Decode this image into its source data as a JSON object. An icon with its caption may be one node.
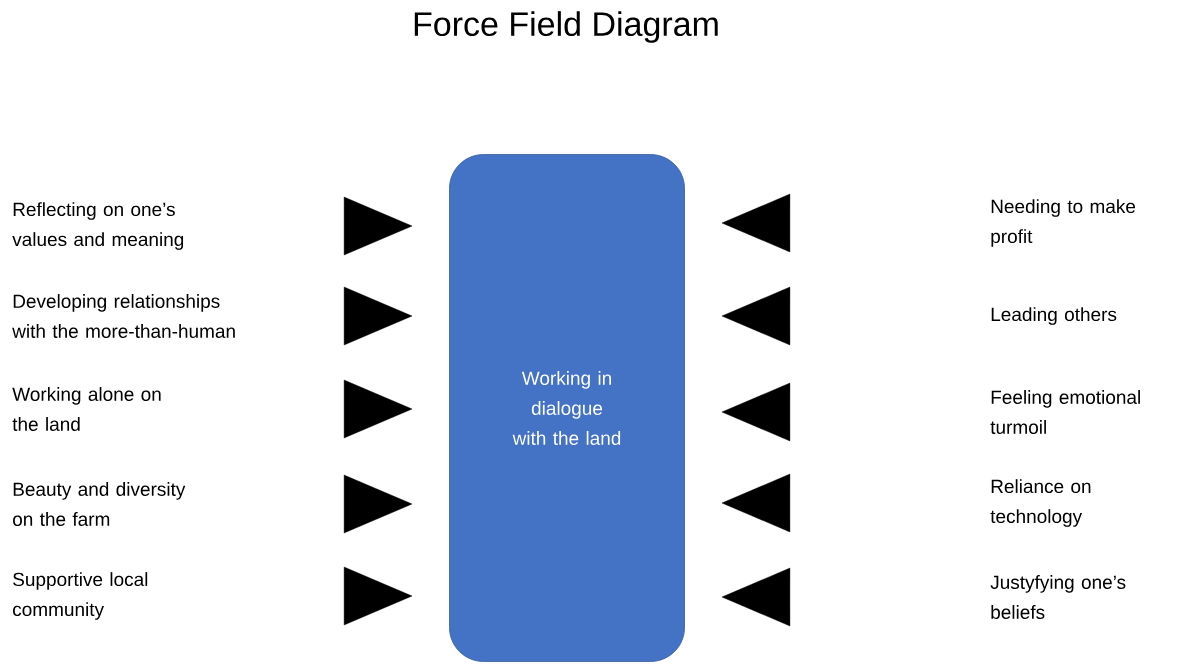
{
  "diagram": {
    "title": "Force Field Diagram",
    "nodes": [
      {
        "text": [
          "Working in dialogue with the land"
        ]
      },
      {
        "text": [
          "Reflecting on one’s values and meaning"
        ]
      },
      {
        "text": [
          "Developing relationships with the more-than-human"
        ]
      },
      {
        "text": [
          "Working alone on the land"
        ]
      },
      {
        "text": [
          "Beauty and diversity on the farm"
        ]
      },
      {
        "text": [
          "Supportive local community"
        ]
      },
      {
        "text": [
          "Needing to make profit"
        ]
      },
      {
        "text": [
          "Leading others"
        ]
      },
      {
        "text": [
          "Feeling emotional turmoil"
        ]
      },
      {
        "text": [
          "Reliance on technology"
        ]
      },
      {
        "text": [
          "Justyfying one’s beliefs"
        ]
      }
    ]
  }
}
